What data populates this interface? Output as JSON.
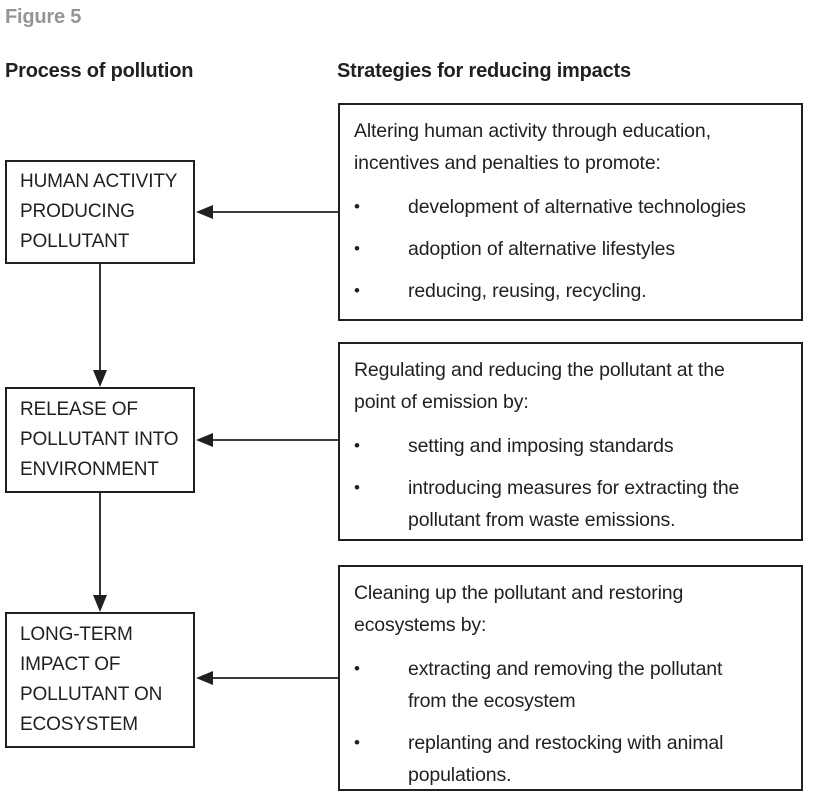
{
  "figure_label": "Figure 5",
  "headers": {
    "left": "Process of pollution",
    "right": "Strategies for reducing impacts"
  },
  "bullet_glyph": "•",
  "colors": {
    "text": "#231f20",
    "border": "#231f20",
    "figure_label_gray": "#939598",
    "background": "#ffffff"
  },
  "process_boxes": [
    {
      "label": "HUMAN ACTIVITY\nPRODUCING\nPOLLUTANT"
    },
    {
      "label": "RELEASE OF\nPOLLUTANT INTO\nENVIRONMENT"
    },
    {
      "label": "LONG-TERM\nIMPACT OF\nPOLLUTANT ON\nECOSYSTEM"
    }
  ],
  "strategy_boxes": [
    {
      "intro": "Altering human activity through education,\nincentives and penalties to promote:",
      "bullets": [
        "development of alternative technologies",
        "adoption of alternative lifestyles",
        "reducing, reusing, recycling."
      ]
    },
    {
      "intro": "Regulating and reducing the pollutant at the\npoint of emission by:",
      "bullets": [
        "setting and imposing standards",
        "introducing measures for extracting the\npollutant from waste emissions."
      ]
    },
    {
      "intro": "Cleaning up the pollutant and restoring\necosystems by:",
      "bullets": [
        "extracting and removing the pollutant\nfrom the ecosystem",
        "replanting and restocking with animal\npopulations."
      ]
    }
  ]
}
